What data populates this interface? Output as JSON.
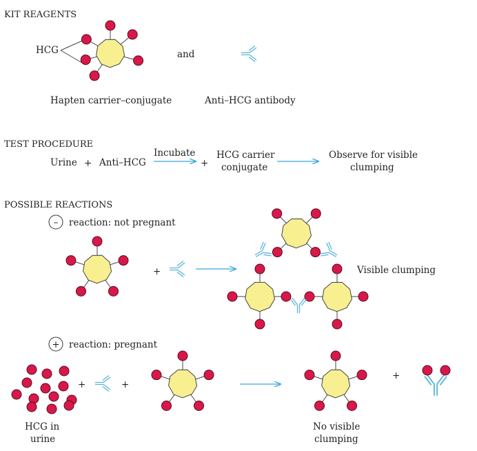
{
  "kit": {
    "heading": "KIT REAGENTS",
    "hcg_label": "HCG",
    "and": "and",
    "conjugate_label": "Hapten carrier–conjugate",
    "antibody_label": "Anti–HCG antibody"
  },
  "test": {
    "heading": "TEST PROCEDURE",
    "urine": "Urine",
    "plus1": "+",
    "anti_hcg": "Anti–HCG",
    "incubate": "Incubate",
    "plus2": "+",
    "carrier_line1": "HCG carrier",
    "carrier_line2": "conjugate",
    "observe_line1": "Observe for visible",
    "observe_line2": "clumping"
  },
  "reactions": {
    "heading": "POSSIBLE REACTIONS",
    "negative": {
      "sign": "–",
      "label": "reaction: not pregnant",
      "plus": "+",
      "result": "Visible clumping"
    },
    "positive": {
      "sign": "+",
      "label": "reaction: pregnant",
      "plus1": "+",
      "plus2": "+",
      "plus3": "+",
      "hcg_line1": "HCG in",
      "hcg_line2": "urine",
      "result_line1": "No visible",
      "result_line2": "clumping"
    }
  },
  "colors": {
    "hcg": "#d8184a",
    "carrier": "#f8ef90",
    "antibody": "#58b4d8",
    "arrow": "#3ba8df"
  }
}
